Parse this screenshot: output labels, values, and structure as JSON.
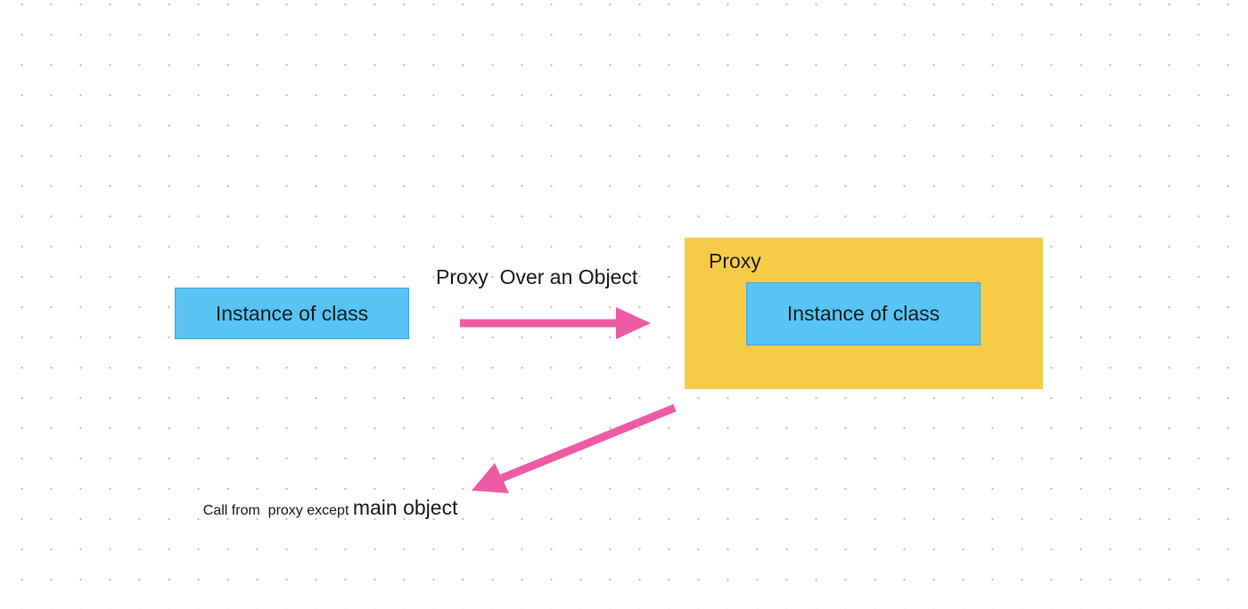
{
  "diagram": {
    "left_instance": {
      "label": "Instance of class",
      "fill": "#57C4F5"
    },
    "proxy": {
      "label": "Proxy",
      "fill": "#F6CC47",
      "inner_instance": {
        "label": "Instance of class",
        "fill": "#57C4F5"
      }
    },
    "arrow_label": "Proxy  Over an Object",
    "call_label": {
      "small": "Call from  proxy except ",
      "large": "main object"
    },
    "arrow_color": "#EE5BA5",
    "dot_color": "#C4C4C4"
  }
}
